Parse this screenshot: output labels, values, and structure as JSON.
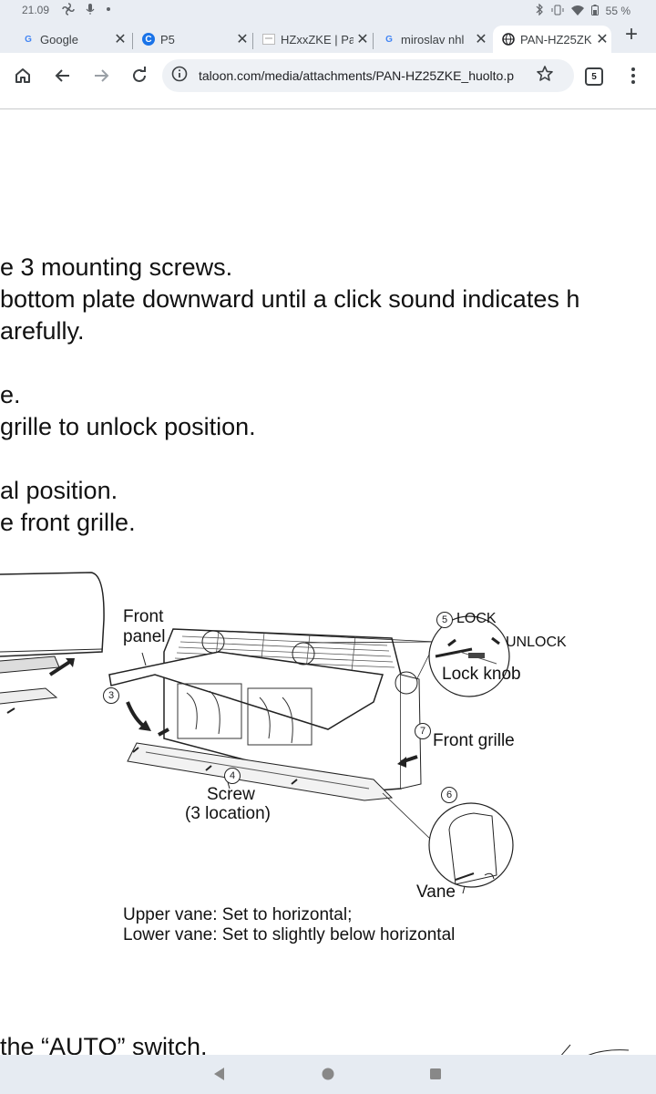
{
  "status_bar": {
    "time": "21.09",
    "battery": "55 %",
    "left_icons": [
      "fan-icon",
      "mic-icon",
      "dot-icon"
    ],
    "right_icons": [
      "bluetooth-icon",
      "vibrate-icon",
      "wifi-icon",
      "battery-icon"
    ]
  },
  "tabs": [
    {
      "title": "Google",
      "favicon": "G",
      "active": false
    },
    {
      "title": "P5",
      "favicon": "C",
      "active": false
    },
    {
      "title": "HZxxZKE | Pa",
      "favicon": "doc",
      "active": false
    },
    {
      "title": "miroslav nhl",
      "favicon": "G",
      "active": false
    },
    {
      "title": "PAN-HZ25ZK",
      "favicon": "globe",
      "active": true
    }
  ],
  "toolbar": {
    "url": "taloon.com/media/attachments/PAN-HZ25ZKE_huolto.p",
    "tab_count": "5"
  },
  "document": {
    "lines": [
      "e 3 mounting screws.",
      "bottom plate downward until a click sound indicates h",
      "arefully.",
      "e.",
      " grille to unlock position.",
      "al position.",
      "e front grille.",
      "the “AUTO” switch."
    ],
    "figure": {
      "front_panel": [
        "Front",
        "panel"
      ],
      "lock": "LOCK",
      "unlock": "UNLOCK",
      "lock_knob": "Lock knob",
      "front_grille": "Front grille",
      "screw": "Screw",
      "screw_location": "(3 location)",
      "vane": "Vane",
      "caption_line1": "Upper vane: Set to horizontal;",
      "caption_line2": "Lower vane: Set to slightly below horizontal",
      "step_numbers": [
        "3",
        "4",
        "5",
        "6",
        "7"
      ]
    }
  },
  "nav_bar": {
    "buttons": [
      "back-icon",
      "home-icon",
      "recents-icon"
    ]
  },
  "colors": {
    "chrome_bg": "#e9edf3",
    "omnibox_bg": "#eef1f5",
    "nav_bg": "#e6ebf2",
    "chrome_favicon_blue": "#1a73e8"
  }
}
